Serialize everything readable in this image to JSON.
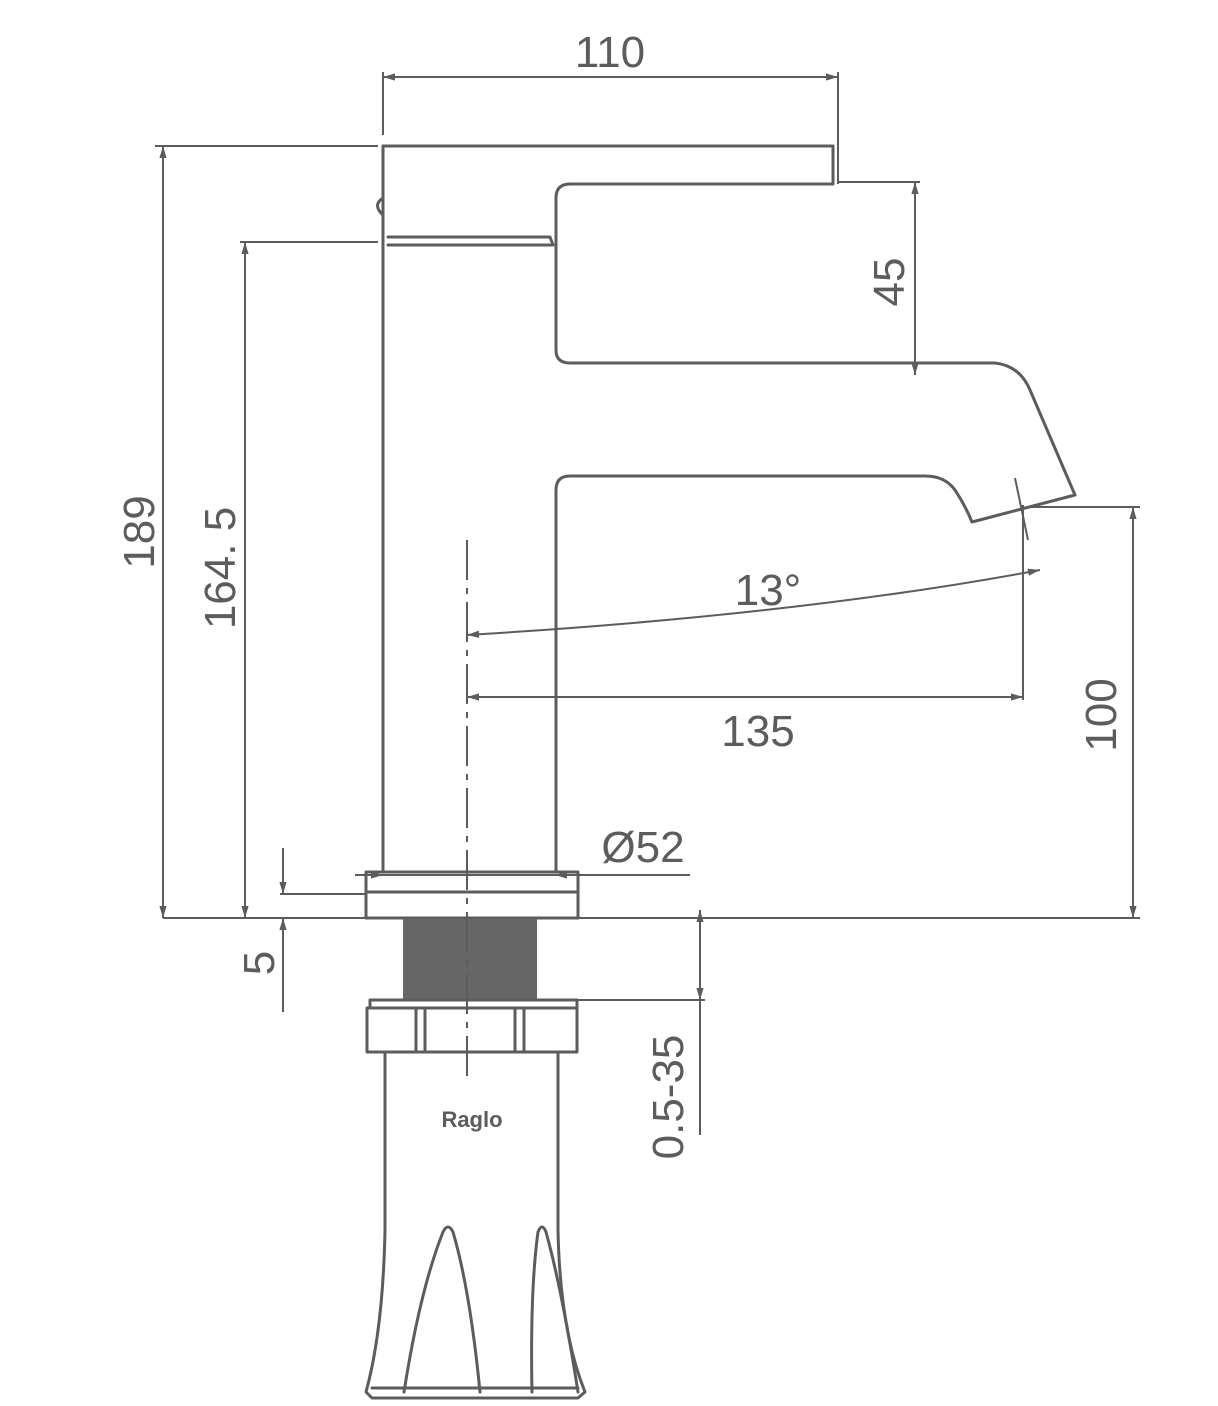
{
  "drawing": {
    "brand_logo": "Raglo",
    "line_color": "#5c5c5c",
    "dimensions": {
      "handle_length": "110",
      "total_height": "189",
      "body_height": "164. 5",
      "spout_height": "45",
      "spout_clearance": "100",
      "spout_reach": "135",
      "spout_angle": "13°",
      "base_diameter": "Ø52",
      "base_thickness": "5",
      "mounting_range": "0.5-35"
    }
  }
}
